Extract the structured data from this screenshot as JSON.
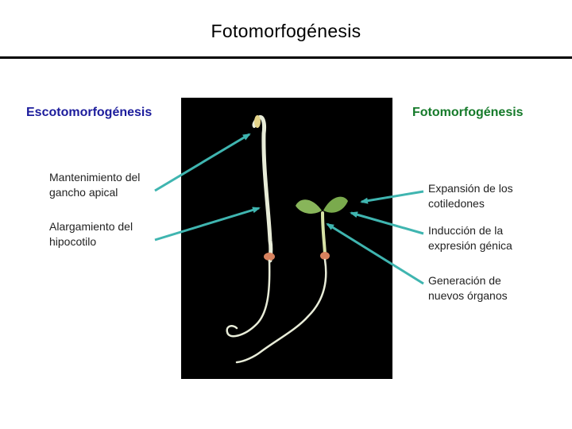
{
  "title": "Fotomorfogénesis",
  "left": {
    "heading": "Escotomorfogénesis",
    "items": [
      {
        "line1": "Mantenimiento del",
        "line2": "gancho apical"
      },
      {
        "line1": "Alargamiento del",
        "line2": "hipocotilo"
      }
    ]
  },
  "right": {
    "heading": "Fotomorfogénesis",
    "items": [
      {
        "line1": "Expansión de los",
        "line2": "cotiledones"
      },
      {
        "line1": "Inducción de la",
        "line2": "expresión génica"
      },
      {
        "line1": "Generación de",
        "line2": "nuevos órganos"
      }
    ]
  },
  "colors": {
    "arrow": "#3fb5b0",
    "left_heading": "#1c1c9c",
    "right_heading": "#157a2a",
    "photo_background": "#000000"
  }
}
